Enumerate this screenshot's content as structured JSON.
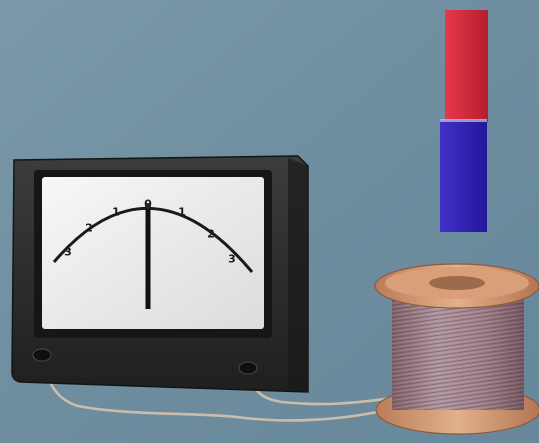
{
  "galvanometer": {
    "scale_labels": [
      "3",
      "2",
      "1",
      "0",
      "1",
      "2",
      "3"
    ],
    "needle_reading": 0
  },
  "magnet": {
    "top_pole_color": "#d8283c",
    "bottom_pole_color": "#3222b8"
  },
  "colors": {
    "background": "#6f8fa1",
    "meter_case": "#2b2b2b",
    "meter_face": "#eeeeee",
    "coil_wire": "#9c7e86",
    "coil_flange": "#cf9a74",
    "lead_wire": "#c9b9a8"
  }
}
